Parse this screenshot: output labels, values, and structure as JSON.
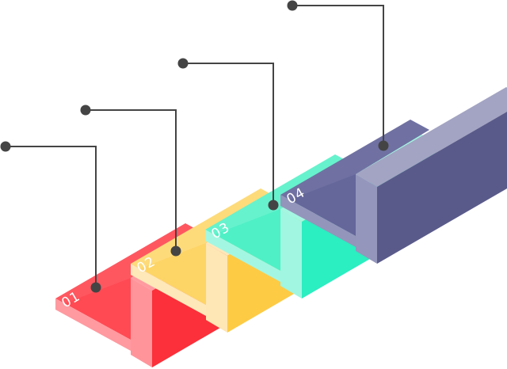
{
  "steps": [
    {
      "label": "01",
      "colors": {
        "top": "#ff5760",
        "shadow": "#ff4a53",
        "strip": "#ff9aa0",
        "riser_light": "#ff959b",
        "riser_top": "#ff9aa0",
        "riser_dark": "#fb303a"
      }
    },
    {
      "label": "02",
      "colors": {
        "top": "#fedb7a",
        "shadow": "#fdd466",
        "strip": "#fee8b9",
        "riser_light": "#fee6b5",
        "riser_top": "#fee8b9",
        "riser_dark": "#fecb45"
      }
    },
    {
      "label": "03",
      "colors": {
        "top": "#66f2cd",
        "shadow": "#4ff0c6",
        "strip": "#a3f7e2",
        "riser_light": "#a0f6e0",
        "riser_top": "#a3f7e2",
        "riser_dark": "#2beec1"
      }
    },
    {
      "label": "04",
      "colors": {
        "top": "#7071a2",
        "shadow": "#65669a",
        "strip": "#9495bb",
        "riser_light": "#9596bc",
        "riser_top": "#a3a4c3",
        "riser_dark": "#5a5a8a"
      }
    }
  ],
  "callout_color": "#444444"
}
